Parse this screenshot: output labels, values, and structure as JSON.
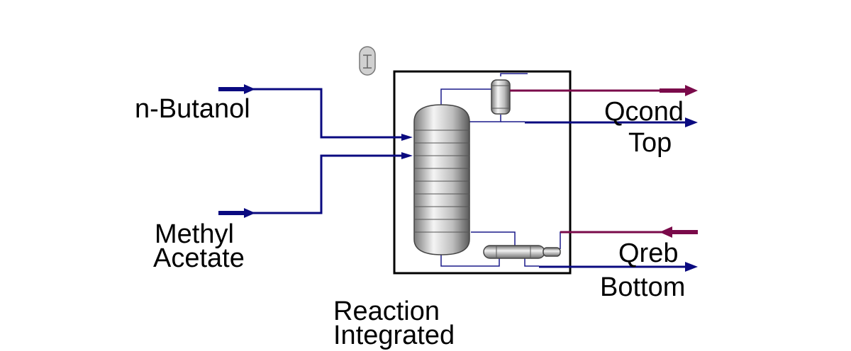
{
  "streams": {
    "feed1": "n-Butanol",
    "feed2_line1": "Methyl",
    "feed2_line2": "Acetate",
    "heat_top": "Qcond",
    "product_top": "Top",
    "heat_bottom": "Qreb",
    "product_bottom": "Bottom"
  },
  "block": {
    "line1": "Reaction",
    "line2": "Integrated"
  },
  "colors": {
    "material_stream": "#0a0a80",
    "heat_stream": "#7a0a4a",
    "inner_line": "#1a1a8a",
    "block_border": "#000000"
  }
}
